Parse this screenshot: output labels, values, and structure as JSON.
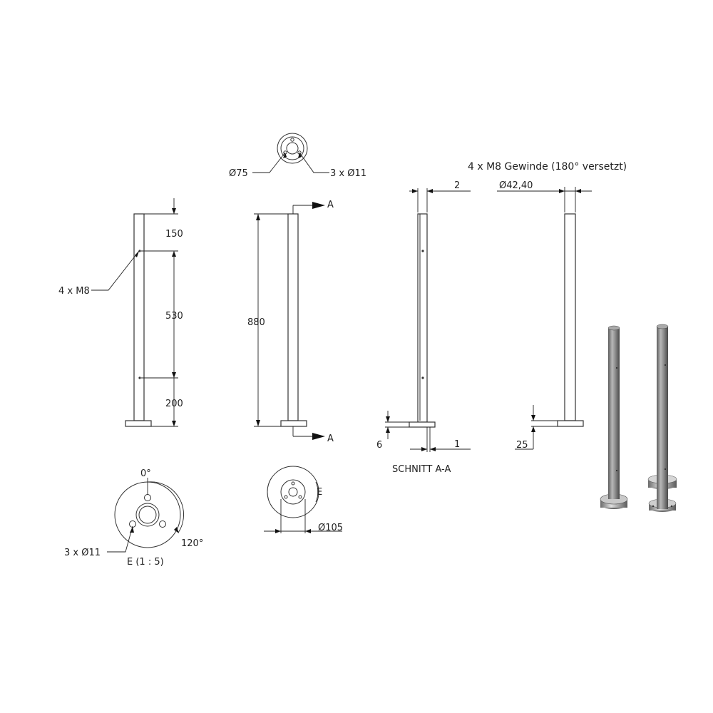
{
  "labels": {
    "top_view_dia": "Ø75",
    "top_view_holes": "3 x Ø11",
    "thread_note_top": "4 x M8 Gewinde (180° versetzt)",
    "dim_2": "2",
    "dim_dia_4240": "Ø42,40",
    "dim_150": "150",
    "thread_left": "4 x M8",
    "dim_530": "530",
    "dim_200": "200",
    "dim_880": "880",
    "section_mark_top": "A",
    "section_mark_bottom": "A",
    "dim_6": "6",
    "dim_1": "1",
    "dim_25": "25",
    "section_title": "SCHNITT A-A",
    "angle_0": "0°",
    "angle_120": "120°",
    "detail_holes": "3 x Ø11",
    "detail_title": "E (1 : 5)",
    "detail_mark": "E",
    "dim_dia_105": "Ø105"
  },
  "colors": {
    "line": "#333333",
    "post_light": "#b8b8b8",
    "post_dark": "#5c5c5c"
  }
}
